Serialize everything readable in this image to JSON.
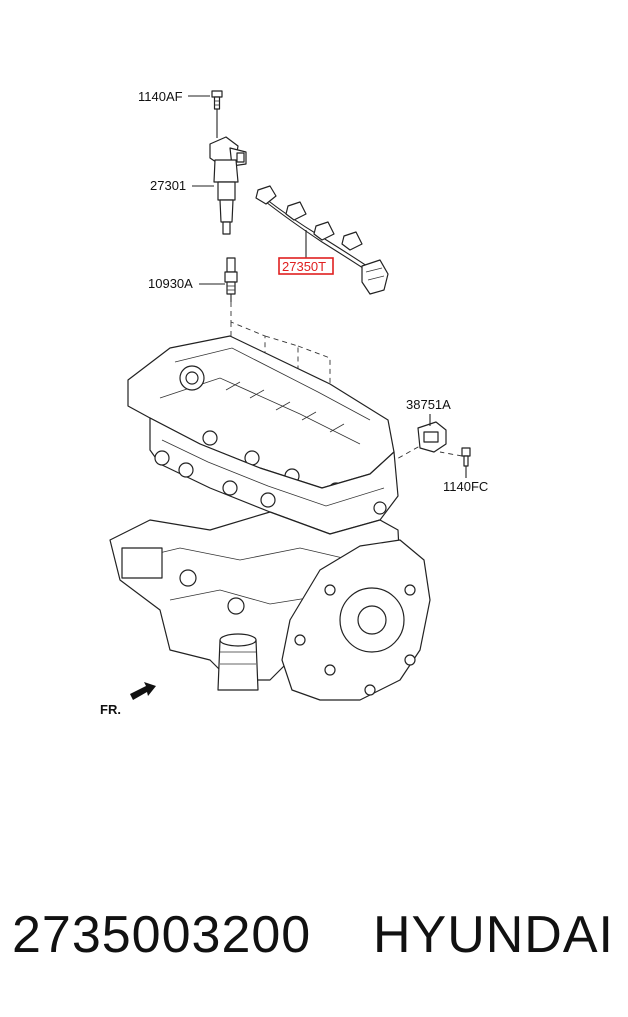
{
  "diagram": {
    "labels": {
      "bolt_top": "1140AF",
      "ignition_coil": "27301",
      "harness": "27350T",
      "spark_plug": "10930A",
      "sensor": "38751A",
      "bolt_right": "1140FC",
      "front_marker": "FR."
    },
    "highlight_color": "#e02020"
  },
  "footer": {
    "part_number": "2735003200",
    "brand": "HYUNDAI"
  }
}
